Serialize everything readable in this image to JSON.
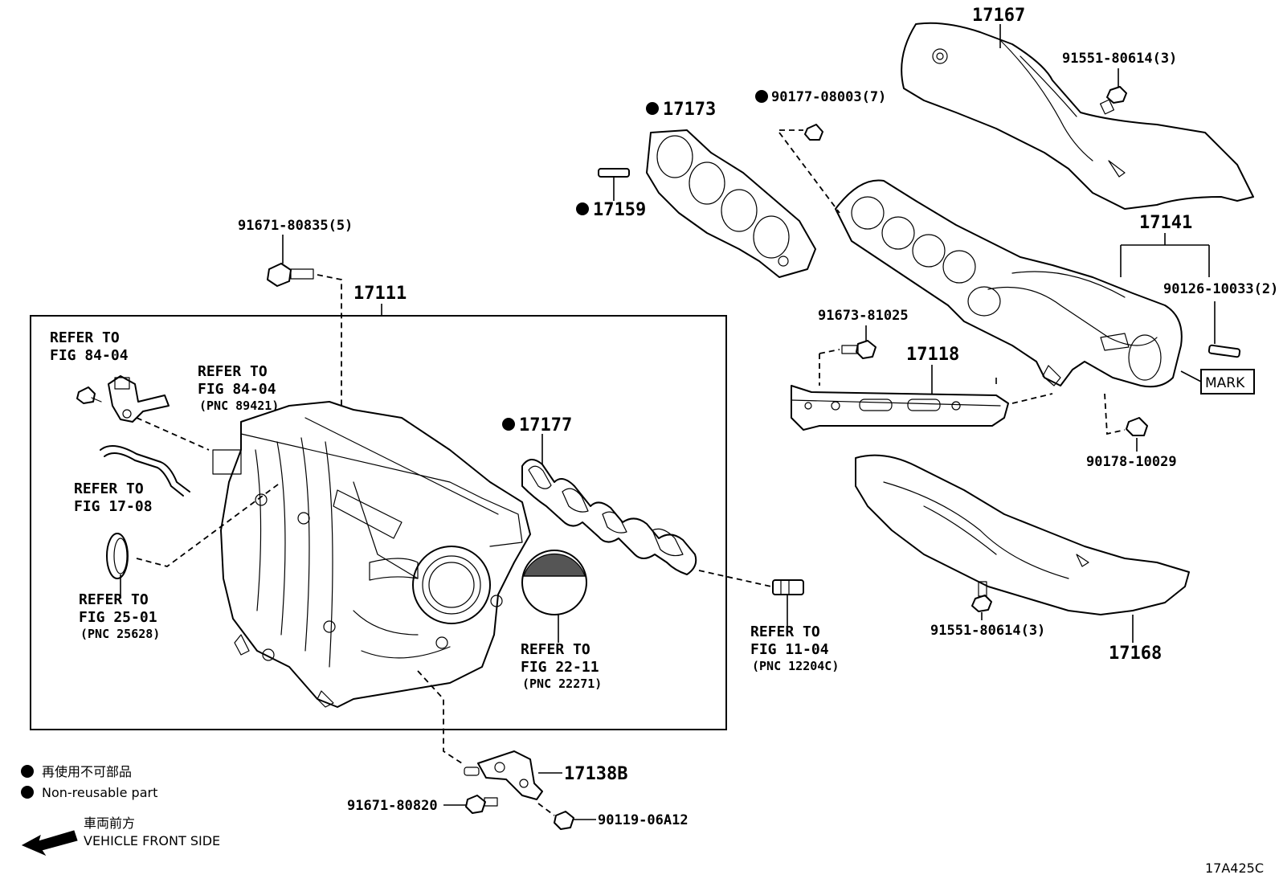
{
  "diagram_code": "17A425C",
  "legend": {
    "non_reusable_jp": "再使用不可部品",
    "non_reusable_en": "Non-reusable part",
    "front_jp": "車両前方",
    "front_en": "VEHICLE FRONT SIDE"
  },
  "assembly_label": "17111",
  "parts": {
    "p17167": "17167",
    "p91551_top": "91551-80614(3)",
    "p17173": "17173",
    "p90177": "90177-08003(7)",
    "p17159": "17159",
    "p91671_80835": "91671-80835(5)",
    "p17141": "17141",
    "p90126": "90126-10033(2)",
    "p91673": "91673-81025",
    "p17118": "17118",
    "mark": "MARK",
    "p90178": "90178-10029",
    "p17177": "17177",
    "p91551_bottom": "91551-80614(3)",
    "p17168": "17168",
    "p17138B": "17138B",
    "p91671_80820": "91671-80820",
    "p90119": "90119-06A12"
  },
  "refs": {
    "r1": {
      "l1": "REFER TO",
      "l2": "FIG 84-04"
    },
    "r2": {
      "l1": "REFER TO",
      "l2": "FIG 84-04",
      "pnc": "(PNC 89421)"
    },
    "r3": {
      "l1": "REFER TO",
      "l2": "FIG 17-08"
    },
    "r4": {
      "l1": "REFER TO",
      "l2": "FIG 25-01",
      "pnc": "(PNC 25628)"
    },
    "r5": {
      "l1": "REFER TO",
      "l2": "FIG 22-11",
      "pnc": "(PNC 22271)"
    },
    "r6": {
      "l1": "REFER TO",
      "l2": "FIG 11-04",
      "pnc": "(PNC 12204C)"
    }
  }
}
